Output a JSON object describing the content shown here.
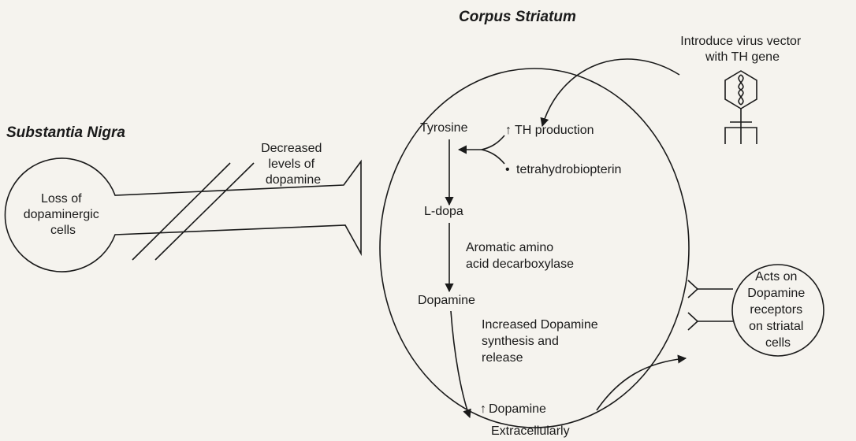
{
  "titles": {
    "substantia_nigra": "Substantia Nigra",
    "corpus_striatum": "Corpus Striatum"
  },
  "neuron_body": [
    "Loss of",
    "dopaminergic",
    "cells"
  ],
  "decreased_levels": [
    "Decreased",
    "levels of",
    "dopamine"
  ],
  "virus": [
    "Introduce virus vector",
    "with TH gene"
  ],
  "pathway": {
    "tyrosine": "Tyrosine",
    "th_production": "TH production",
    "tetrahydrobiopterin": "tetrahydrobiopterin",
    "l_dopa": "L-dopa",
    "enzyme": [
      "Aromatic amino",
      "acid decarboxylase"
    ],
    "dopamine": "Dopamine"
  },
  "increased_synthesis": [
    "Increased Dopamine",
    "synthesis and",
    "release"
  ],
  "extracellular": [
    "Dopamine",
    "Extracellularly"
  ],
  "receptor_cell": [
    "Acts on",
    "Dopamine",
    "receptors",
    "on striatal",
    "cells"
  ]
}
